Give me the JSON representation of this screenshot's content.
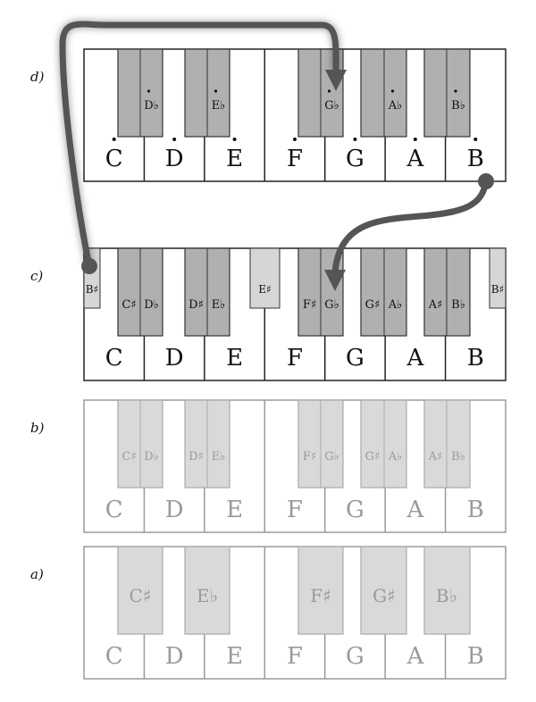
{
  "panels": [
    {
      "id": "d",
      "label": "d)",
      "style": "dark",
      "dotted": true,
      "white": [
        "C",
        "D",
        "E",
        "F",
        "G",
        "A",
        "B"
      ],
      "black": [
        [
          "",
          "D♭"
        ],
        [
          "",
          "E♭"
        ],
        [
          "",
          "G♭"
        ],
        [
          "",
          "A♭"
        ],
        [
          "",
          "B♭"
        ]
      ],
      "extra": []
    },
    {
      "id": "c",
      "label": "c)",
      "style": "dark",
      "dotted": false,
      "white": [
        "C",
        "D",
        "E",
        "F",
        "G",
        "A",
        "B"
      ],
      "black": [
        [
          "C♯",
          "D♭"
        ],
        [
          "D♯",
          "E♭"
        ],
        [
          "F♯",
          "G♭"
        ],
        [
          "G♯",
          "A♭"
        ],
        [
          "A♯",
          "B♭"
        ]
      ],
      "extra": [
        "B♯",
        "E♯",
        "B♯"
      ]
    },
    {
      "id": "b",
      "label": "b)",
      "style": "light",
      "dotted": false,
      "white": [
        "C",
        "D",
        "E",
        "F",
        "G",
        "A",
        "B"
      ],
      "black": [
        [
          "C♯",
          "D♭"
        ],
        [
          "D♯",
          "E♭"
        ],
        [
          "F♯",
          "G♭"
        ],
        [
          "G♯",
          "A♭"
        ],
        [
          "A♯",
          "B♭"
        ]
      ],
      "extra": []
    },
    {
      "id": "a",
      "label": "a)",
      "style": "light",
      "dotted": false,
      "single": true,
      "white": [
        "C",
        "D",
        "E",
        "F",
        "G",
        "A",
        "B"
      ],
      "black": [
        "C♯",
        "E♭",
        "F♯",
        "G♯",
        "B♭"
      ],
      "extra": []
    }
  ],
  "colors": {
    "dark_black_key": "#b0b0b0",
    "light_black_key": "#d9d9d9",
    "extra_key": "#d6d6d6",
    "arrow": "#555555",
    "light_outline": "#9a9a9a",
    "light_text": "#9a9a9a"
  }
}
